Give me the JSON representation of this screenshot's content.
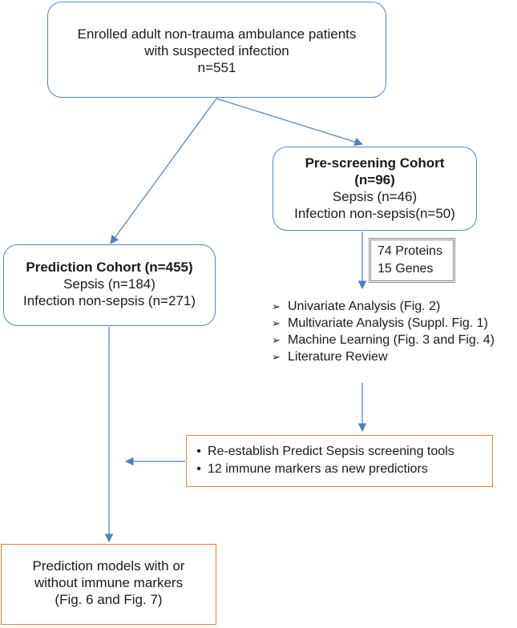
{
  "enrolled": {
    "lines": [
      "Enrolled adult non-trauma ambulance patients",
      "with suspected infection",
      "n=551"
    ]
  },
  "prescreening": {
    "title": "Pre-screening Cohort",
    "n": "(n=96)",
    "sepsis": "Sepsis (n=46)",
    "nonsepsis": "Infection non-sepsis(n=50)"
  },
  "prediction": {
    "title": "Prediction Cohort (n=455)",
    "sepsis": "Sepsis (n=184)",
    "nonsepsis": "Infection non-sepsis (n=271)"
  },
  "markers": {
    "proteins": "74 Proteins",
    "genes": "15 Genes"
  },
  "analyses": {
    "bullet_symbol": "➢",
    "items": [
      "Univariate Analysis (Fig. 2)",
      "Multivariate Analysis (Suppl. Fig. 1)",
      "Machine Learning (Fig. 3 and Fig. 4)",
      "Literature Review"
    ]
  },
  "reestablish": {
    "bullet_symbol": "•",
    "items": [
      "Re-establish Predict Sepsis screening tools",
      "12 immune markers as new predictiors"
    ]
  },
  "models": {
    "lines": [
      "Prediction models with or",
      "without immune markers",
      "(Fig. 6 and Fig. 7)"
    ]
  },
  "colors": {
    "box_border_blue": "#4f86c6",
    "box_border_orange": "#ed7d31",
    "arrow": "#4f7fc0",
    "marker_border": "#8c8c8c"
  }
}
